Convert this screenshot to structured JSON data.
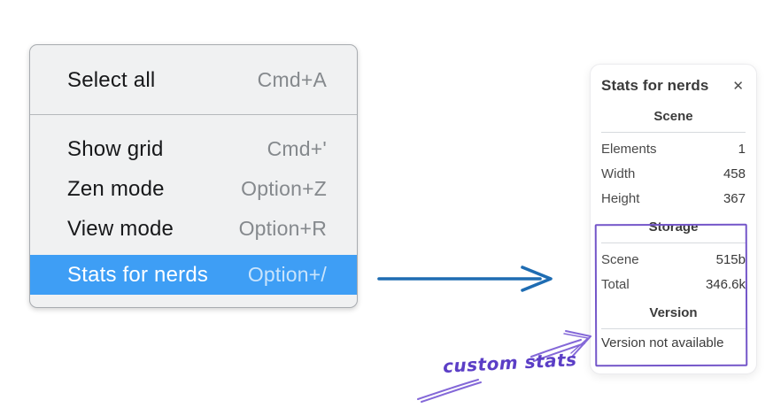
{
  "menu": {
    "items": [
      {
        "label": "Select all",
        "shortcut": "Cmd+A"
      },
      {
        "label": "Show grid",
        "shortcut": "Cmd+'"
      },
      {
        "label": "Zen mode",
        "shortcut": "Option+Z"
      },
      {
        "label": "View mode",
        "shortcut": "Option+R"
      },
      {
        "label": "Stats for nerds",
        "shortcut": "Option+/",
        "selected": true
      }
    ]
  },
  "panel": {
    "title": "Stats for nerds",
    "close_glyph": "✕",
    "scene": {
      "heading": "Scene",
      "rows": [
        {
          "label": "Elements",
          "value": "1"
        },
        {
          "label": "Width",
          "value": "458"
        },
        {
          "label": "Height",
          "value": "367"
        }
      ]
    },
    "storage": {
      "heading": "Storage",
      "rows": [
        {
          "label": "Scene",
          "value": "515b"
        },
        {
          "label": "Total",
          "value": "346.6k"
        }
      ]
    },
    "version": {
      "heading": "Version",
      "note": "Version not available"
    }
  },
  "annotation": {
    "label": "custom stats"
  },
  "colors": {
    "menu-highlight": "#3e9ef5",
    "arrow-blue": "#1e6cb2",
    "annotation-purple": "#7456c9",
    "annotation-arrow": "#8468d8",
    "annotation-text": "#5b3ec6",
    "menu-bg": "#f0f1f2"
  }
}
